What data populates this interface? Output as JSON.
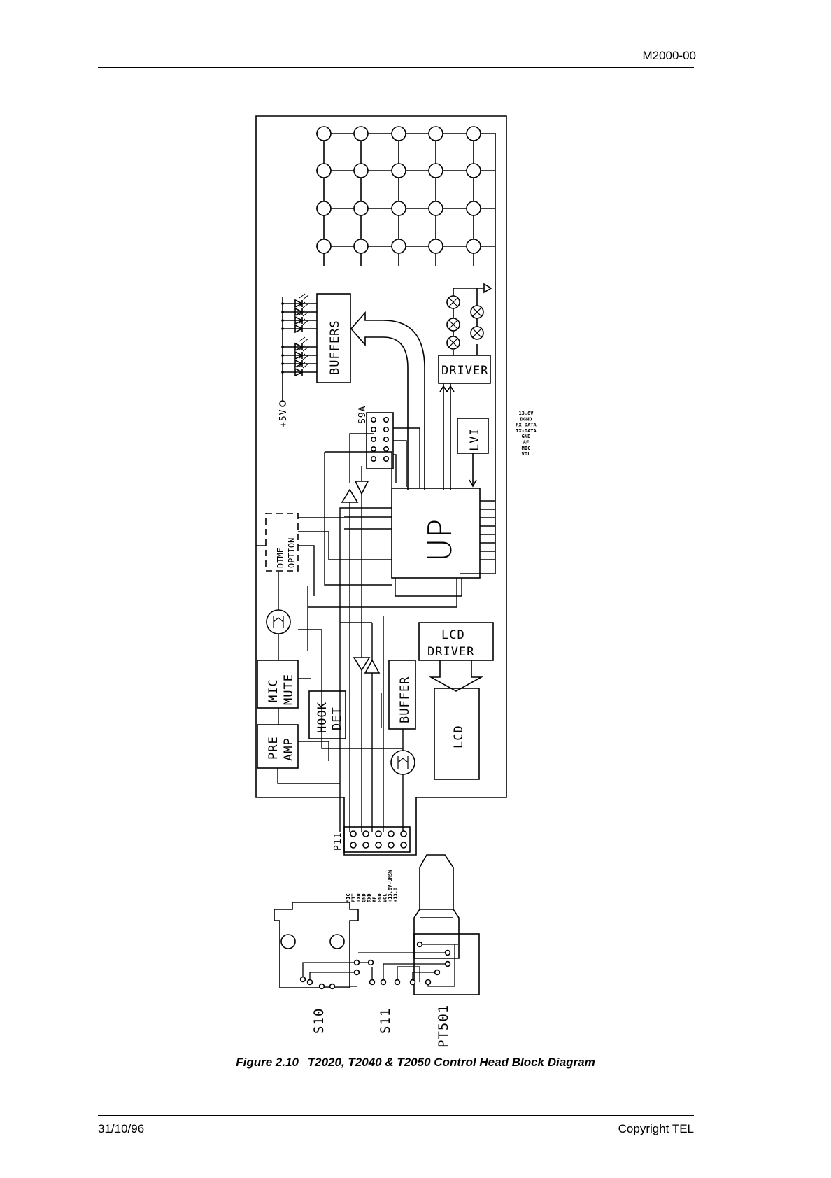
{
  "header": {
    "doc_code": "M2000-00"
  },
  "footer": {
    "date": "31/10/96",
    "copyright": "Copyright TEL"
  },
  "caption": {
    "number": "Figure 2.10",
    "title": "T2020, T2040 & T2050 Control Head Block Diagram"
  },
  "diagram": {
    "blocks": {
      "buffers": "BUFFERS",
      "driver": "DRIVER",
      "lvi": "LVI",
      "up": "UP",
      "dtmf_line1": "DTMF",
      "dtmf_line2": "OPTION",
      "lcd_driver_line1": "LCD",
      "lcd_driver_line2": "DRIVER",
      "lcd": "LCD",
      "mic_mute_line1": "MIC",
      "mic_mute_line2": "MUTE",
      "hook_det_line1": "HOOK",
      "hook_det_line2": "DET",
      "buffer": "BUFFER",
      "pre_amp_line1": "PRE",
      "pre_amp_line2": "AMP"
    },
    "supply_label": "+5V",
    "switch_s9a": "S9A",
    "connector_p11": "P11",
    "signals_right": [
      "13.8V",
      "DGND",
      "RX-DATA",
      "TX-DATA",
      "GND",
      "AF",
      "MIC",
      "VOL"
    ],
    "signals_p11": [
      "MIC",
      "PTT",
      "TXD",
      "GND",
      "RXD",
      "AF",
      "GND",
      "VOL",
      "+13.8V-UNSW",
      "+13.8"
    ],
    "bottom_labels": {
      "s10": "S10",
      "s11": "S11",
      "pt501": "PT501"
    }
  }
}
